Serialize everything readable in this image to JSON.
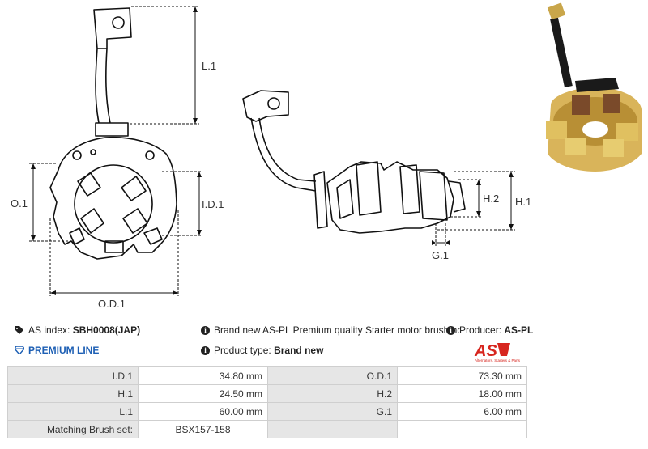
{
  "drawing": {
    "labels": {
      "l1": "L.1",
      "o1": "O.1",
      "id1": "I.D.1",
      "od1": "O.D.1",
      "h1": "H.1",
      "h2": "H.2",
      "g1": "G.1"
    }
  },
  "info": {
    "as_index_label": "AS index:",
    "as_index_value": "SBH0008(JAP)",
    "premium": "PREMIUM LINE",
    "description": "Brand new AS-PL Premium quality Starter motor brush holder",
    "producer_label": "Producer:",
    "producer_value": "AS-PL",
    "product_type_label": "Product type:",
    "product_type_value": "Brand new"
  },
  "logo": {
    "text": "AS",
    "tagline": "Alternators, Starters & Parts"
  },
  "colors": {
    "premium_blue": "#1d5fb4",
    "logo_red": "#d7261f",
    "header_cell": "#e6e6e6"
  },
  "icons": {
    "tag": "tag-icon",
    "diamond": "diamond-icon",
    "info": "info-icon"
  },
  "specs": [
    {
      "k1": "I.D.1",
      "v1": "34.80 mm",
      "k2": "O.D.1",
      "v2": "73.30 mm"
    },
    {
      "k1": "H.1",
      "v1": "24.50 mm",
      "k2": "H.2",
      "v2": "18.00 mm"
    },
    {
      "k1": "L.1",
      "v1": "60.00 mm",
      "k2": "G.1",
      "v2": "6.00 mm"
    },
    {
      "k1": "Matching Brush set:",
      "v1": "BSX157-158",
      "k2": "",
      "v2": ""
    }
  ]
}
